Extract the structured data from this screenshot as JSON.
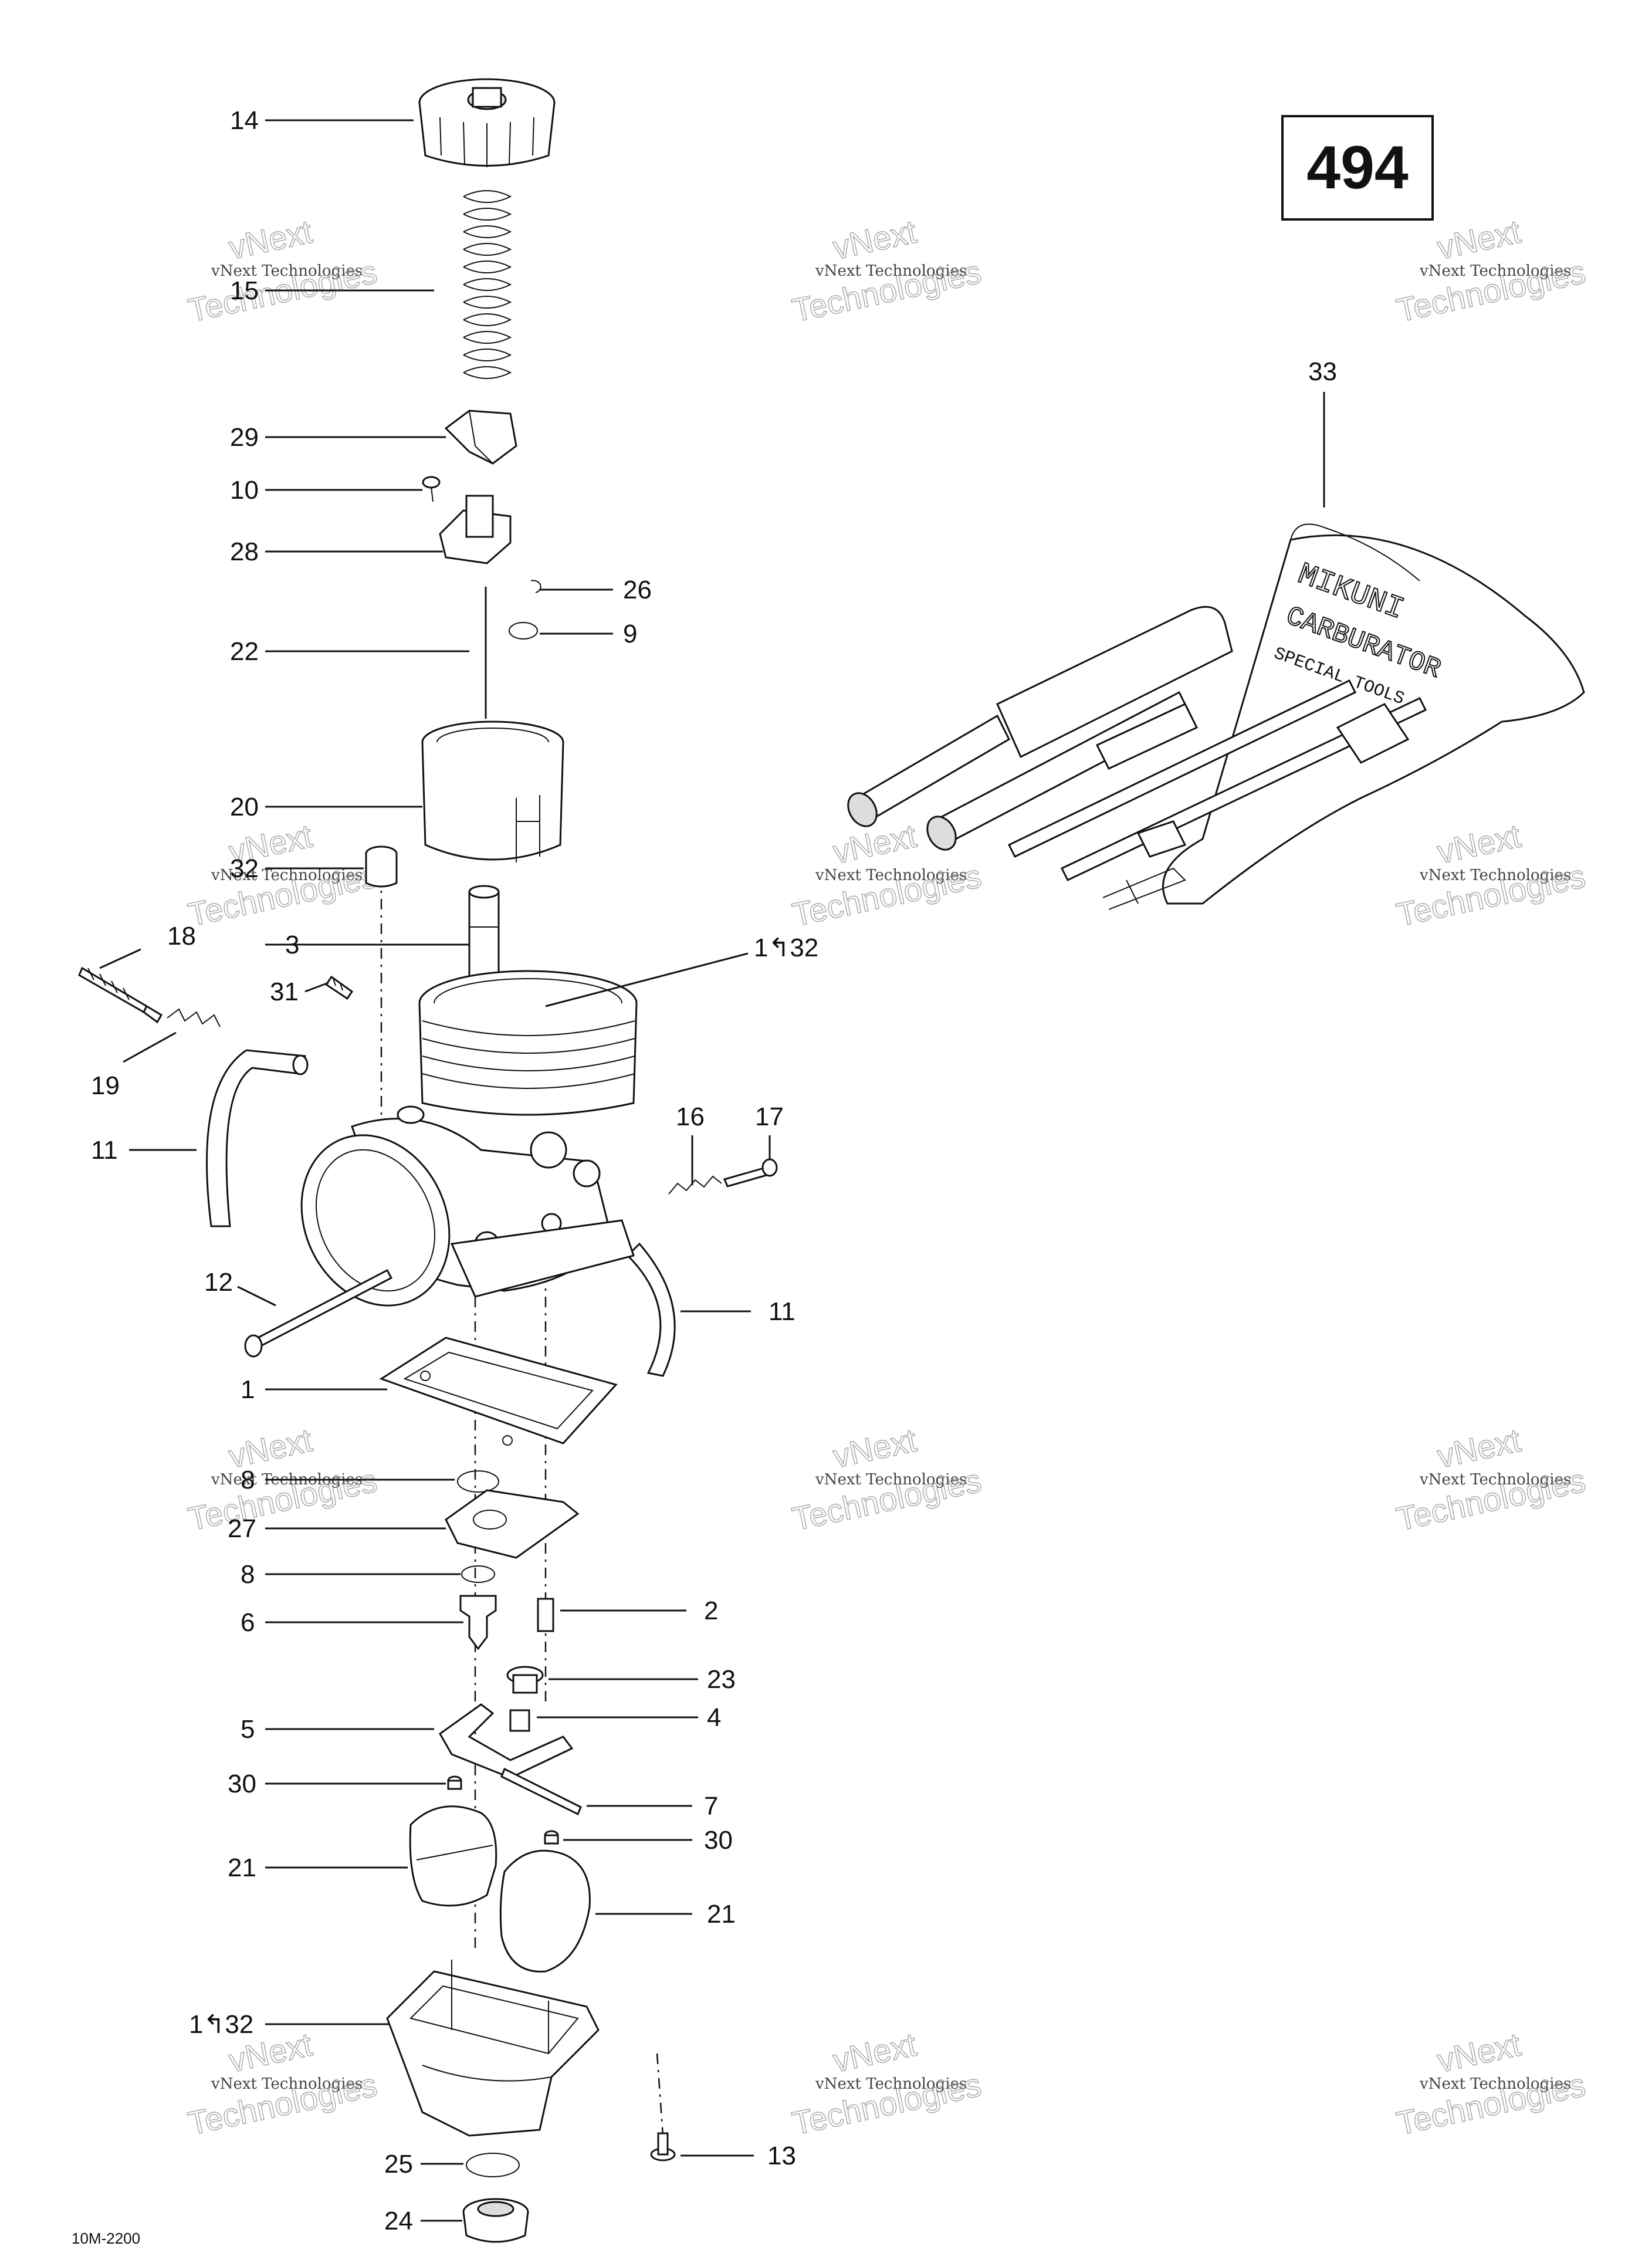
{
  "diagram_number": "494",
  "figure_code": "10M-2200",
  "watermark": {
    "line1": "vNext",
    "line2": "vNext Technologies",
    "line3": "Technologies"
  },
  "callouts": {
    "c14": "14",
    "c15": "15",
    "c29": "29",
    "c10": "10",
    "c28": "28",
    "c26": "26",
    "c9": "9",
    "c22": "22",
    "c20": "20",
    "c32": "32",
    "c3": "3",
    "c1_32_top": "1↰32",
    "c18": "18",
    "c31": "31",
    "c19": "19",
    "c11_left": "11",
    "c16": "16",
    "c17": "17",
    "c12": "12",
    "c11_right": "11",
    "c1": "1",
    "c8_top": "8",
    "c27": "27",
    "c8": "8",
    "c6": "6",
    "c2": "2",
    "c23": "23",
    "c5": "5",
    "c4": "4",
    "c30_left": "30",
    "c7": "7",
    "c30_right": "30",
    "c21_left": "21",
    "c21_right": "21",
    "c1_32_bottom": "1↰32",
    "c25": "25",
    "c13": "13",
    "c24": "24",
    "c33": "33"
  },
  "tool_kit_label": {
    "line1": "MIKUNI",
    "line2": "CARBURATOR",
    "line3": "SPECIAL TOOLS"
  }
}
